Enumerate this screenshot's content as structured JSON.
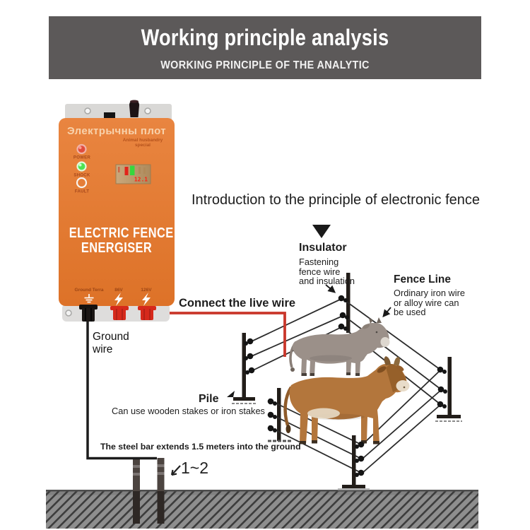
{
  "banner": {
    "title": "Working principle analysis",
    "subtitle": "WORKING PRINCIPLE OF THE ANALYTIC",
    "bg_color": "#5c5959"
  },
  "device": {
    "brand": "Электрычны плот",
    "tagline": "Animal husbandry special",
    "leds": [
      {
        "label": "POWER",
        "color": "#e14b3c"
      },
      {
        "label": "SHOCK",
        "color": "#4ee353"
      },
      {
        "label": "FAULT",
        "color": "none"
      }
    ],
    "display_value": "12.1",
    "title_line1": "ELECTRIC FENCE",
    "title_line2": "ENERGISER",
    "terminal_labels": [
      "Ground Terra",
      "86V",
      "126V"
    ],
    "body_color": "#e57d36"
  },
  "diagram": {
    "intro": "Introduction to the principle of electronic fence",
    "insulator": {
      "title": "Insulator",
      "lines": [
        "Fastening",
        "fence wire",
        "and insulation"
      ]
    },
    "fence_line": {
      "title": "Fence Line",
      "lines": [
        "Ordinary iron wire",
        "or alloy wire can",
        "be used"
      ]
    },
    "connect_live_wire": "Connect the live wire",
    "ground_wire_lines": [
      "Ground",
      "wire"
    ],
    "pile": {
      "title": "Pile",
      "desc": "Can use wooden stakes or iron stakes"
    },
    "steel_bar_note": "The steel bar extends 1.5 meters into the ground",
    "depth_label": "1~2"
  },
  "colors": {
    "live_wire_red": "#c9372b",
    "ground_hatch": "#8e8e8e",
    "post_black": "#221d19",
    "cow_gray": "#9b9089",
    "cow_brown": "#b3763c"
  },
  "icons": [
    "down-triangle-icon",
    "lightning-bolt-icon",
    "earth-ground-icon",
    "pile-pointer-arrow-icon",
    "depth-arrow-icon",
    "insulator-knobs",
    "mounting-holes",
    "control-knob"
  ]
}
